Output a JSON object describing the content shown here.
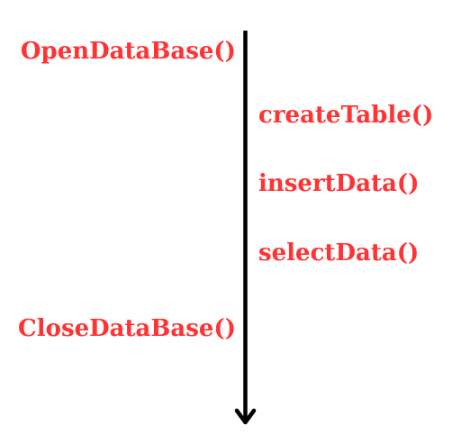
{
  "colors": {
    "label": "#ff3333",
    "arrow": "#000000",
    "background": "#ffffff"
  },
  "steps": {
    "open": "OpenDataBase()",
    "create": "createTable()",
    "insert": "insertData()",
    "select": "selectData()",
    "close": "CloseDataBase()"
  }
}
